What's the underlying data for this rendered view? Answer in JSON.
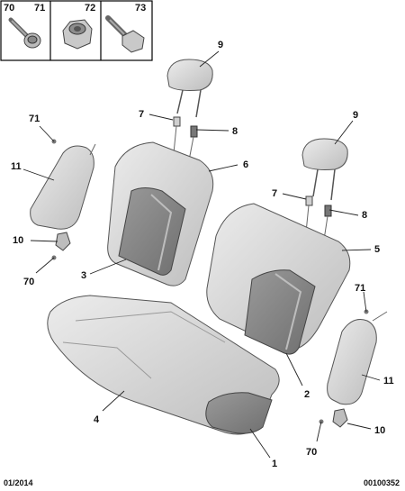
{
  "header_boxes": [
    {
      "a": "70",
      "b": "71"
    },
    {
      "a": "72"
    },
    {
      "a": "73"
    }
  ],
  "callouts": {
    "c9a": "9",
    "c7a": "7",
    "c8a": "8",
    "c71a": "71",
    "c6": "6",
    "c11a": "11",
    "c9b": "9",
    "c7b": "7",
    "c8b": "8",
    "c5": "5",
    "c10a": "10",
    "c70a": "70",
    "c3": "3",
    "c71b": "71",
    "c11b": "11",
    "c2": "2",
    "c4": "4",
    "c10b": "10",
    "c70b": "70",
    "c1": "1"
  },
  "footer": {
    "date": "01/2014",
    "reference": "00100352"
  },
  "colors": {
    "part_fill": "#d9d9d9",
    "part_dark": "#8a8a8a",
    "outline": "#555555",
    "leader": "#222222"
  }
}
